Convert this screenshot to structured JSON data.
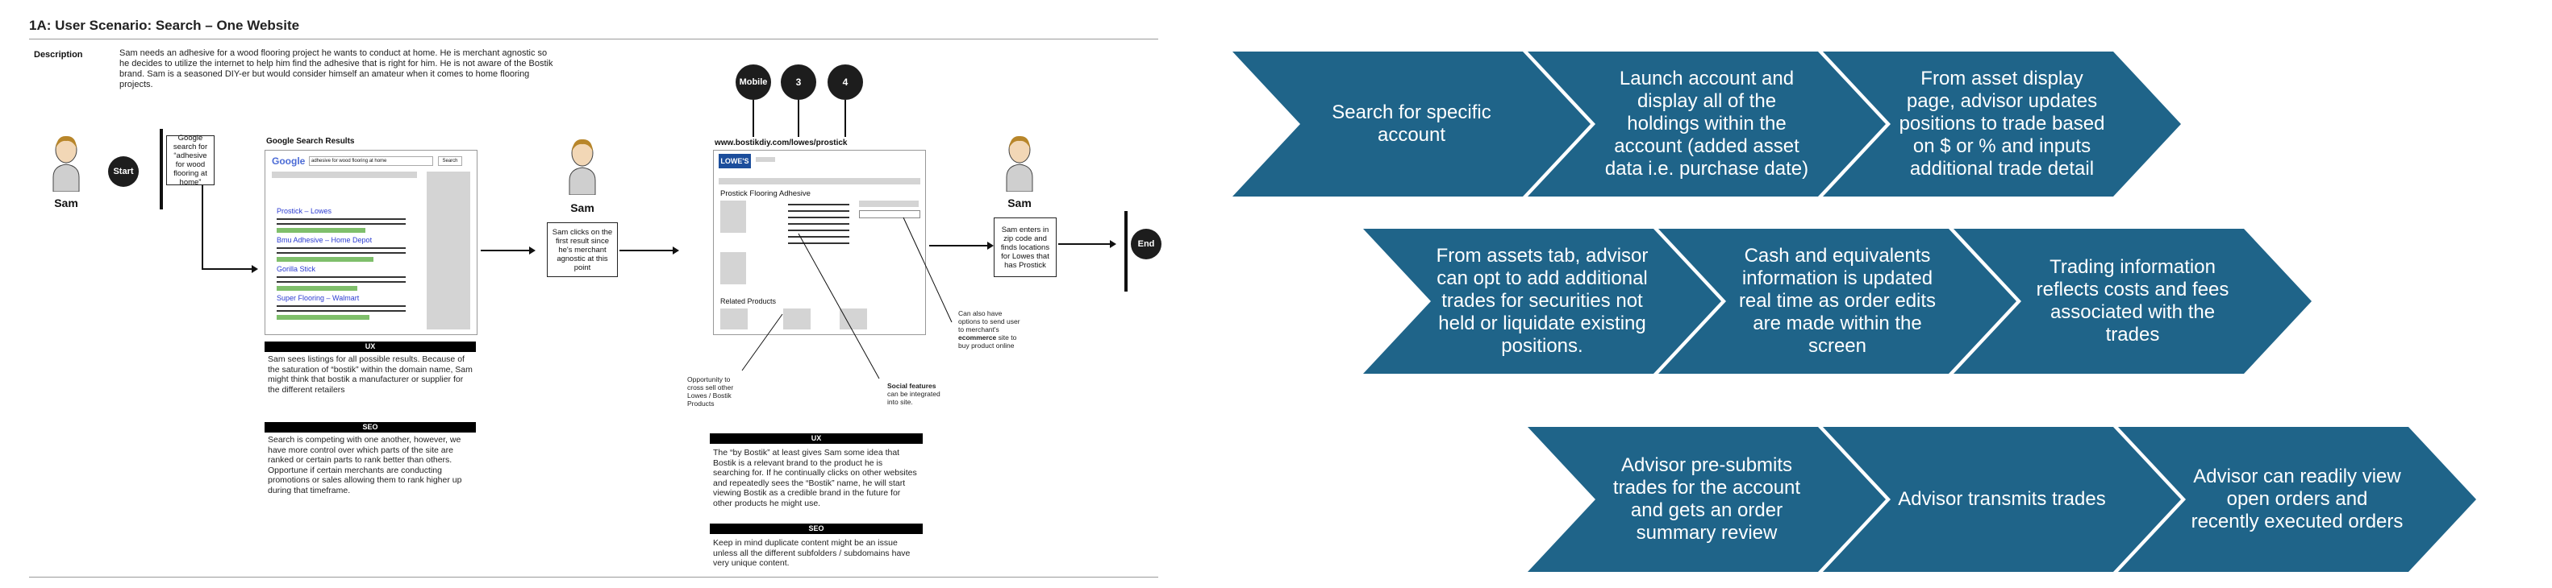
{
  "page": {
    "title": "1A: User Scenario: Search – One Website",
    "description_label": "Description",
    "description_text": "Sam needs an adhesive for a wood flooring project he wants to conduct at home. He is merchant agnostic so he decides to utilize the internet to help him find the adhesive that is right for him. He is not aware of the Bostik brand. Sam is a seasoned DIY-er but would consider himself an amateur when it comes to home flooring projects."
  },
  "flow": {
    "persona_name": "Sam",
    "start_label": "Start",
    "end_label": "End",
    "step1_text": "Google search for “adhesive for wood flooring at home”",
    "step2_text": "Sam clicks on the first result since he's merchant agnostic at this point",
    "step3_text": "Sam enters in zip code and finds locations for Lowes that has Prostick",
    "badges": [
      "Mobile",
      "3",
      "4"
    ]
  },
  "google_panel": {
    "title": "Google Search Results",
    "search_query": "adhesive for wood flooring at home",
    "search_button": "Search",
    "results": [
      "Prostick – Lowes",
      "Bmu Adhesive – Home Depot",
      "Gorilla Stick",
      "Super Flooring – Walmart"
    ],
    "ux_header": "UX",
    "ux_text": "Sam sees listings for all possible results. Because of the saturation of “bostik” within the domain name, Sam might think that bostik a manufacturer or supplier for the different retailers",
    "seo_header": "SEO",
    "seo_text": "Search is competing with one another, however, we have more control over which parts of the site are ranked or certain parts to rank better than others. Opportune if certain merchants are conducting promotions or sales allowing them to rank higher up during that timeframe."
  },
  "lowes_panel": {
    "url": "www.bostikdiy.com/lowes/prostick",
    "logo": "LOWE'S",
    "page_heading": "Prostick Flooring Adhesive",
    "related": "Related Products",
    "note_cross_sell": "Opportunity to cross sell other Lowes / Bostik Products",
    "note_social_bold": "Social features",
    "note_social_rest": "can be integrated into site.",
    "note_options_pre": "Can also have options to send user to merchant's",
    "note_options_bold": "ecommerce",
    "note_options_post": "site to buy product online",
    "ux_header": "UX",
    "ux_text": "The “by Bostik” at least gives Sam some idea that Bostik is a relevant brand to the product he is searching for. If he continually clicks on other websites and repeatedly sees the “Bostik” name, he will start viewing Bostik as a credible brand in the future for other products he might use.",
    "seo_header": "SEO",
    "seo_text": "Keep in mind duplicate content might be an issue unless all the different subfolders / subdomains have very unique content."
  },
  "process": {
    "color": "#1f6489",
    "rows": [
      [
        "Search for specific account",
        "Launch account and display all of the holdings within the account (added asset data i.e. purchase date)",
        "From asset display page, advisor updates positions to trade based on $ or % and inputs additional trade detail"
      ],
      [
        "From assets tab, advisor can opt to add additional trades for securities not held or liquidate existing positions.",
        "Cash and equivalents information is updated real time as order edits are made within the screen",
        "Trading information reflects costs and fees associated with the trades"
      ],
      [
        "Advisor pre-submits trades for the account and gets an order summary review",
        "Advisor transmits trades",
        "Advisor can readily view open orders and recently executed orders"
      ]
    ]
  }
}
